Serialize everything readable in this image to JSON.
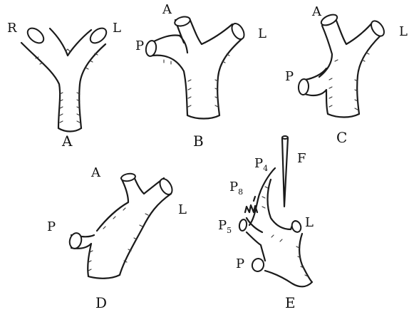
{
  "panels": {
    "A": {
      "caption": "A",
      "labels": {
        "right": "R",
        "left": "L"
      }
    },
    "B": {
      "caption": "B",
      "labels": {
        "anterior": "A",
        "posterior": "P",
        "left": "L"
      }
    },
    "C": {
      "caption": "C",
      "labels": {
        "anterior": "A",
        "posterior": "P",
        "left": "L"
      }
    },
    "D": {
      "caption": "D",
      "labels": {
        "anterior": "A",
        "posterior": "P",
        "left": "L"
      }
    },
    "E": {
      "caption": "E",
      "labels": {
        "p4_base": "P",
        "p4_sub": "4",
        "p8_base": "P",
        "p8_sub": "8",
        "p5_base": "P",
        "p5_sub": "5",
        "posterior": "P",
        "left": "L",
        "forceps": "F"
      }
    }
  }
}
